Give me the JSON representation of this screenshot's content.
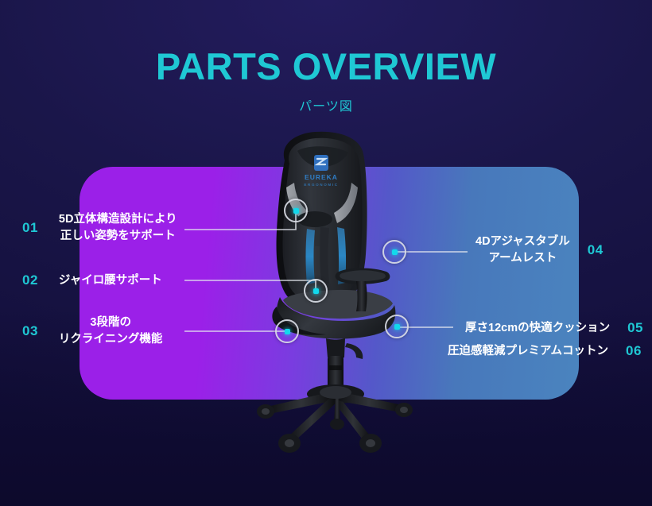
{
  "header": {
    "title": "PARTS OVERVIEW",
    "subtitle": "パーツ図"
  },
  "colors": {
    "background": "#130f3d",
    "accent": "#1fc8d4",
    "panel_left": "#9b20e8",
    "panel_right": "#4a84bf",
    "hotspot_dot": "#12d8ec",
    "label_text": "#ffffff"
  },
  "product": {
    "brand": "EUREKA",
    "brand_sub": "ERGONOMIC",
    "alt": "gaming-chair"
  },
  "callouts": [
    {
      "num": "01",
      "text": "5D立体構造設計により\n正しい姿勢をサポート",
      "side": "left"
    },
    {
      "num": "02",
      "text": "ジャイロ腰サポート",
      "side": "left"
    },
    {
      "num": "03",
      "text": "3段階の\nリクライニング機能",
      "side": "left"
    },
    {
      "num": "04",
      "text": "4Dアジャスタブル\nアームレスト",
      "side": "right"
    },
    {
      "num": "05",
      "text": "厚さ12cmの快適クッション",
      "side": "right"
    },
    {
      "num": "06",
      "text": "圧迫感軽減プレミアムコットン",
      "side": "right"
    }
  ]
}
